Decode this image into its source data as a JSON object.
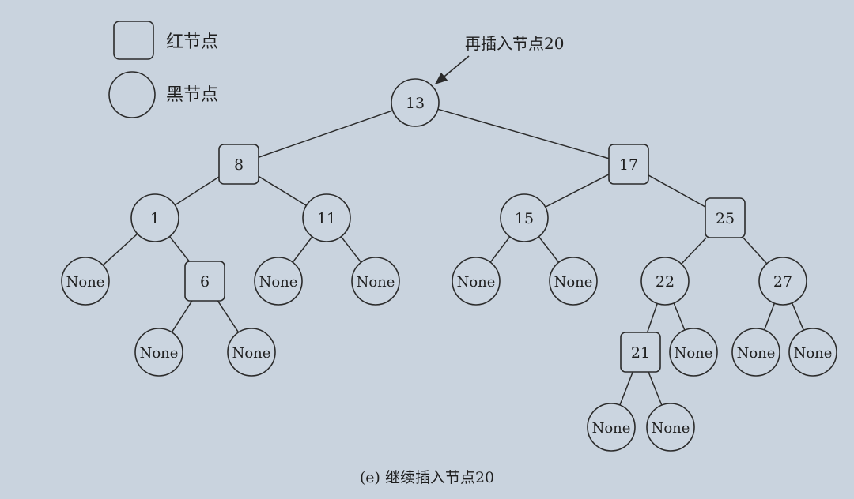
{
  "legend": {
    "red_label": "红节点",
    "black_label": "黑节点"
  },
  "annotation": {
    "text": "再插入节点20",
    "target": "n13"
  },
  "caption": "(e) 继续插入节点20",
  "tree": {
    "nodes": [
      {
        "id": "n13",
        "label": "13",
        "color": "black"
      },
      {
        "id": "n8",
        "label": "8",
        "color": "red"
      },
      {
        "id": "n17",
        "label": "17",
        "color": "red"
      },
      {
        "id": "n1",
        "label": "1",
        "color": "black"
      },
      {
        "id": "n11",
        "label": "11",
        "color": "black"
      },
      {
        "id": "n15",
        "label": "15",
        "color": "black"
      },
      {
        "id": "n25",
        "label": "25",
        "color": "red"
      },
      {
        "id": "l1",
        "label": "None",
        "color": "black"
      },
      {
        "id": "n6",
        "label": "6",
        "color": "red"
      },
      {
        "id": "l11a",
        "label": "None",
        "color": "black"
      },
      {
        "id": "l11b",
        "label": "None",
        "color": "black"
      },
      {
        "id": "l15a",
        "label": "None",
        "color": "black"
      },
      {
        "id": "l15b",
        "label": "None",
        "color": "black"
      },
      {
        "id": "n22",
        "label": "22",
        "color": "black"
      },
      {
        "id": "n27",
        "label": "27",
        "color": "black"
      },
      {
        "id": "l6a",
        "label": "None",
        "color": "black"
      },
      {
        "id": "l6b",
        "label": "None",
        "color": "black"
      },
      {
        "id": "n21",
        "label": "21",
        "color": "red"
      },
      {
        "id": "l22",
        "label": "None",
        "color": "black"
      },
      {
        "id": "l27a",
        "label": "None",
        "color": "black"
      },
      {
        "id": "l27b",
        "label": "None",
        "color": "black"
      },
      {
        "id": "l21a",
        "label": "None",
        "color": "black"
      },
      {
        "id": "l21b",
        "label": "None",
        "color": "black"
      }
    ],
    "edges": [
      [
        "n13",
        "n8"
      ],
      [
        "n13",
        "n17"
      ],
      [
        "n8",
        "n1"
      ],
      [
        "n8",
        "n11"
      ],
      [
        "n17",
        "n15"
      ],
      [
        "n17",
        "n25"
      ],
      [
        "n1",
        "l1"
      ],
      [
        "n1",
        "n6"
      ],
      [
        "n11",
        "l11a"
      ],
      [
        "n11",
        "l11b"
      ],
      [
        "n15",
        "l15a"
      ],
      [
        "n15",
        "l15b"
      ],
      [
        "n25",
        "n22"
      ],
      [
        "n25",
        "n27"
      ],
      [
        "n6",
        "l6a"
      ],
      [
        "n6",
        "l6b"
      ],
      [
        "n22",
        "n21"
      ],
      [
        "n22",
        "l22"
      ],
      [
        "n27",
        "l27a"
      ],
      [
        "n27",
        "l27b"
      ],
      [
        "n21",
        "l21a"
      ],
      [
        "n21",
        "l21b"
      ]
    ]
  }
}
